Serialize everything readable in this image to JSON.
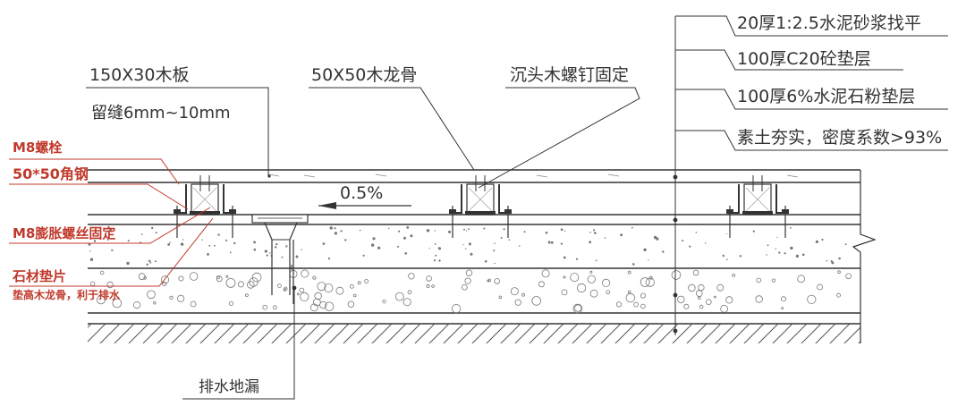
{
  "labels": {
    "wood_board": "150X30木板",
    "gap": "留缝6mm~10mm",
    "wood_joist": "50X50木龙骨",
    "countersunk_screw": "沉头木螺钉固定",
    "layer_mortar": "20厚1:2.5水泥砂浆找平",
    "layer_concrete": "100厚C20砼垫层",
    "layer_lime": "100厚6%水泥石粉垫层",
    "layer_soil": "素土夯实，密度系数>93%",
    "slope": "0.5%",
    "drain": "排水地漏"
  },
  "red_labels": {
    "m8_bolt": "M8螺栓",
    "angle_steel": "50*50角钢",
    "m8_expansion": "M8膨胀螺丝固定",
    "stone_pad": "石材垫片",
    "stone_pad_note": "垫高木龙骨，利于排水"
  },
  "colors": {
    "line": "#333333",
    "red": "#c0392b"
  }
}
